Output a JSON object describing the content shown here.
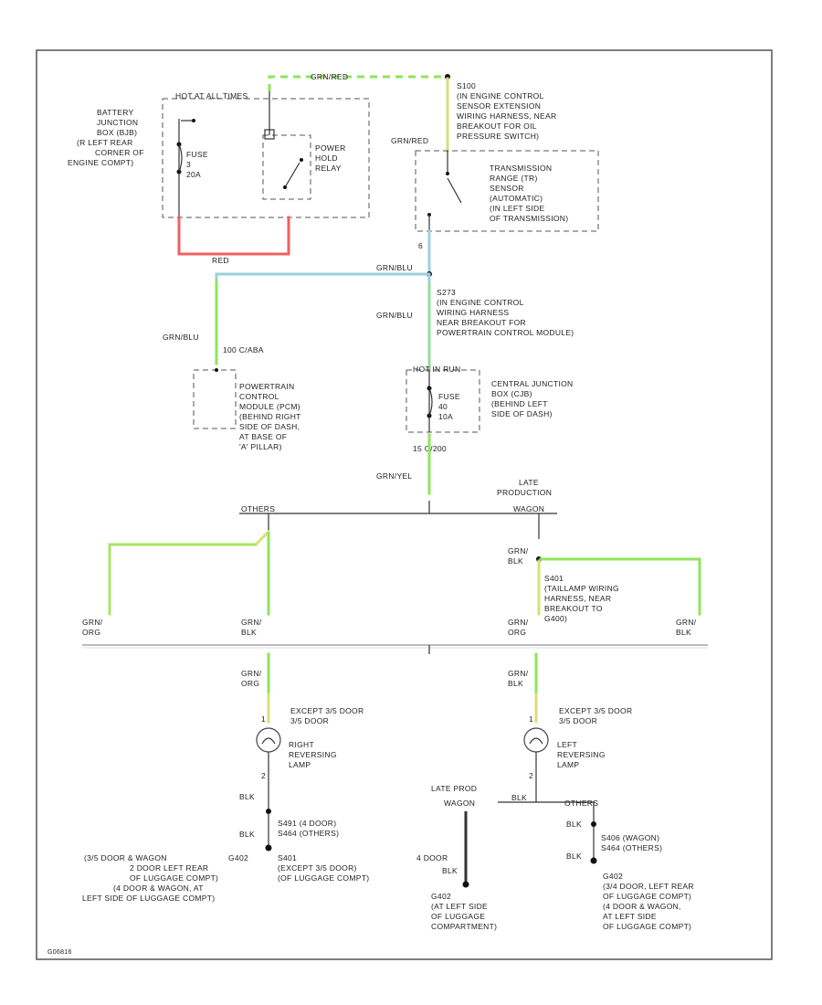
{
  "colors": {
    "green": "#8ee65a",
    "red": "#f06060",
    "blue": "#9ecfe0",
    "yellow": "#d8e07a",
    "frame": "#555555"
  },
  "labels": {
    "hot_all_times": "HOT AT ALL TIMES",
    "bjb_1": "BATTERY",
    "bjb_2": "JUNCTION",
    "bjb_3": "BOX (BJB)",
    "bjb_4": "(R LEFT REAR",
    "bjb_5": "CORNER OF",
    "bjb_6": "ENGINE COMPT)",
    "fuse_top_1": "FUSE",
    "fuse_top_2": "3",
    "fuse_top_3": "20A",
    "relay_1": "POWER",
    "relay_2": "HOLD",
    "relay_3": "RELAY",
    "red_wire": "RED",
    "top_wire": "GRN/RED",
    "s100_1": "S100",
    "s100_2": "(IN ENGINE CONTROL",
    "s100_3": "SENSOR EXTENSION",
    "s100_4": "WIRING HARNESS, NEAR",
    "s100_5": "BREAKOUT FOR OIL",
    "s100_6": "PRESSURE SWITCH)",
    "grn_red_left": "GRN/RED",
    "tr_1": "TRANSMISSION",
    "tr_2": "RANGE (TR)",
    "tr_3": "SENSOR",
    "tr_4": "(AUTOMATIC)",
    "tr_5": "(IN LEFT SIDE",
    "tr_6": "OF TRANSMISSION)",
    "tr_pin": "6",
    "grn_ylw_1": "GRN/BLU",
    "s273_1": "S273",
    "s273_2": "(IN ENGINE CONTROL",
    "s273_3": "WIRING HARNESS",
    "s273_4": "NEAR BREAKOUT FOR",
    "s273_5": "POWERTRAIN CONTROL MODULE)",
    "grn_ylw_2": "GRN/BLU",
    "grn_ylw_3": "GRN/BLU",
    "pcm_conn": "100 C/ABA",
    "pcm_1": "POWERTRAIN",
    "pcm_2": "CONTROL",
    "pcm_3": "MODULE (PCM)",
    "pcm_4": "(BEHIND RIGHT",
    "pcm_5": "SIDE OF DASH,",
    "pcm_6": "AT BASE OF",
    "pcm_7": "'A' PILLAR)",
    "hot_run": "HOT IN RUN",
    "cjb_1": "CENTRAL JUNCTION",
    "cjb_2": "BOX (CJB)",
    "cjb_3": "(BEHIND LEFT",
    "cjb_4": "SIDE OF DASH)",
    "fuse_mid_1": "FUSE",
    "fuse_mid_2": "40",
    "fuse_mid_3": "10A",
    "c_conn": "15  C/200",
    "grn_ylw_4": "GRN/YEL",
    "late_prod_1": "LATE",
    "late_prod_2": "PRODUCTION",
    "late_prod_3": "WAGON",
    "others_1": "OTHERS",
    "grn_blk_1a": "GRN/",
    "grn_blk_1b": "BLK",
    "s401_1": "S401",
    "s401_2": "(TAILLAMP WIRING",
    "s401_3": "HARNESS, NEAR",
    "s401_4": "BREAKOUT TO",
    "s401_5": "G400)",
    "w1a": "GRN/",
    "w1b": "ORG",
    "w2a": "GRN/",
    "w2b": "BLK",
    "w3a": "GRN/",
    "w3b": "ORG",
    "w4a": "GRN/",
    "w4b": "BLK",
    "w5a": "GRN/",
    "w5b": "ORG",
    "w6a": "GRN/",
    "w6b": "BLK",
    "except_1a": "EXCEPT 3/5 DOOR",
    "except_1b": "3/5 DOOR",
    "except_2a": "EXCEPT 3/5 DOOR",
    "except_2b": "3/5 DOOR",
    "right_lamp_1": "RIGHT",
    "right_lamp_2": "REVERSING",
    "right_lamp_3": "LAMP",
    "left_lamp_1": "LEFT",
    "left_lamp_2": "REVERSING",
    "left_lamp_3": "LAMP",
    "pin_1": "1",
    "pin_2": "2",
    "pin_3": "1",
    "pin_4": "2",
    "blk_1": "BLK",
    "blk_2": "BLK",
    "blk_3": "BLK",
    "blk_4": "BLK",
    "blk_5": "BLK",
    "blk_6": "BLK",
    "s491_1": "S491 (4 DOOR)",
    "s491_2": "S464 (OTHERS)",
    "s401b_1": "S401",
    "s401b_2": "(EXCEPT 3/5 DOOR)",
    "s401b_3": "(OF LUGGAGE COMPT)",
    "g402_left_1": "G402",
    "g402_left_2": "(3/5 DOOR & WAGON",
    "g402_left_3": "2 DOOR LEFT REAR",
    "g402_left_4": "OF LUGGAGE COMPT)",
    "g402_left_5": "(4 DOOR & WAGON, AT",
    "g402_left_6": "LEFT SIDE OF LUGGAGE COMPT)",
    "late_wagon_1": "LATE PROD",
    "late_wagon_2": "WAGON",
    "four_door_1": "4 DOOR",
    "g403_1": "G402",
    "g403_2": "(AT LEFT SIDE",
    "g403_3": "OF LUGGAGE",
    "g403_4": "COMPARTMENT)",
    "others_2": "OTHERS",
    "s406_1": "S406 (WAGON)",
    "s406_2": "S464 (OTHERS)",
    "g402_right_1": "G402",
    "g402_right_2": "(3/4 DOOR, LEFT REAR",
    "g402_right_3": "OF LUGGAGE COMPT)",
    "g402_right_4": "(4 DOOR & WAGON,",
    "g402_right_5": "AT LEFT SIDE",
    "g402_right_6": "OF LUGGAGE COMPT)",
    "footer_id": "G06816"
  }
}
